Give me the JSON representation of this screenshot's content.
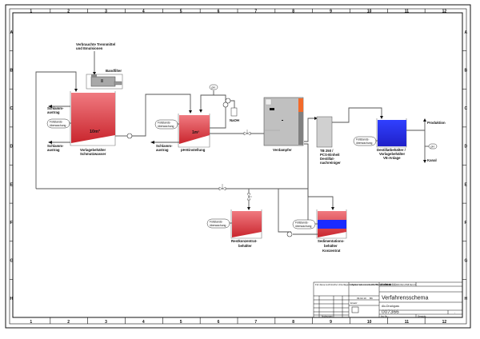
{
  "drawing": {
    "title": "Verfahrensschema",
    "subtitle": "Alu-Druckguss",
    "number": "007366",
    "revision": "-",
    "scale_label": "Maßstab 1:1",
    "copyright_note": "Für diese technische Unterlage behalten wir uns alle Rechte vor DIN 34",
    "tolerance_note": "Allgemeintoleranzen nach DIN ISO 2768 Teil 1 m DIN ISO 2768 Teil 2 K",
    "drawn_label": "Gezeichnet",
    "checked_label": "Geprüft",
    "name_label": "Name",
    "date_label": "Datum",
    "date_value": "09.02.10",
    "author_value": "BK",
    "material_label": "Ersatz",
    "article_label": "Art.-Nr.:",
    "weight_label": "Gewicht:",
    "change_label": "Änderungen",
    "status_label": "Zust.",
    "rev_date_label": "Datum",
    "rev_name_label": "Name",
    "company_lines": [
      "H2O GmbH",
      "Wiesenstr. 32",
      "79585 Steinen",
      "Telefon 07627/9239-0",
      "Telefax 07627/9239-100"
    ]
  },
  "grid": {
    "columns": [
      "1",
      "2",
      "3",
      "4",
      "5",
      "6",
      "7",
      "8",
      "9",
      "10",
      "11",
      "12"
    ],
    "rows": [
      "A",
      "B",
      "C",
      "D",
      "E",
      "F",
      "G",
      "H"
    ]
  },
  "colors": {
    "tank_red": "#d9363e",
    "tank_red_light": "#f07a80",
    "tank_blue": "#1a2bff",
    "equipment_grey": "#bdbdbd",
    "evaporator_orange": "#f26a2a",
    "pipe": "#555555"
  },
  "components": {
    "input_label_1": "Verbrauchte Trennmittel",
    "input_label_2": "und Emulsionen",
    "bandfilter": "Bandfilter",
    "tank1_volume": "10m³",
    "tank1_label_1": "Vorlagebehälter",
    "tank1_label_2": "Schmutzwasser",
    "tank2_volume": "1m³",
    "tank2_label": "pH-Einstellung",
    "naoh": "NaOH",
    "ph": "pH",
    "sludge_1": "Schlamm-",
    "sludge_2": "austrag",
    "level_1": "Füllstands-",
    "level_2": "überwachung",
    "evaporator": "Verdampfer",
    "tb_1": "TB 250 /",
    "tb_2": "PCS-Einheit",
    "tb_3": "Destillat-",
    "tb_4": "nachreiniger",
    "dist_1": "Destillatbehälter /",
    "dist_2": "Vorlagebehälter",
    "dist_3": "VE-Anlage",
    "production": "Produktion",
    "sewer": "Kanal",
    "residue_1": "Restkonzentrat-",
    "residue_2": "behälter",
    "sed_1": "Sedimentations-",
    "sed_2": "behälter",
    "sed_3": "Konzentrat"
  }
}
